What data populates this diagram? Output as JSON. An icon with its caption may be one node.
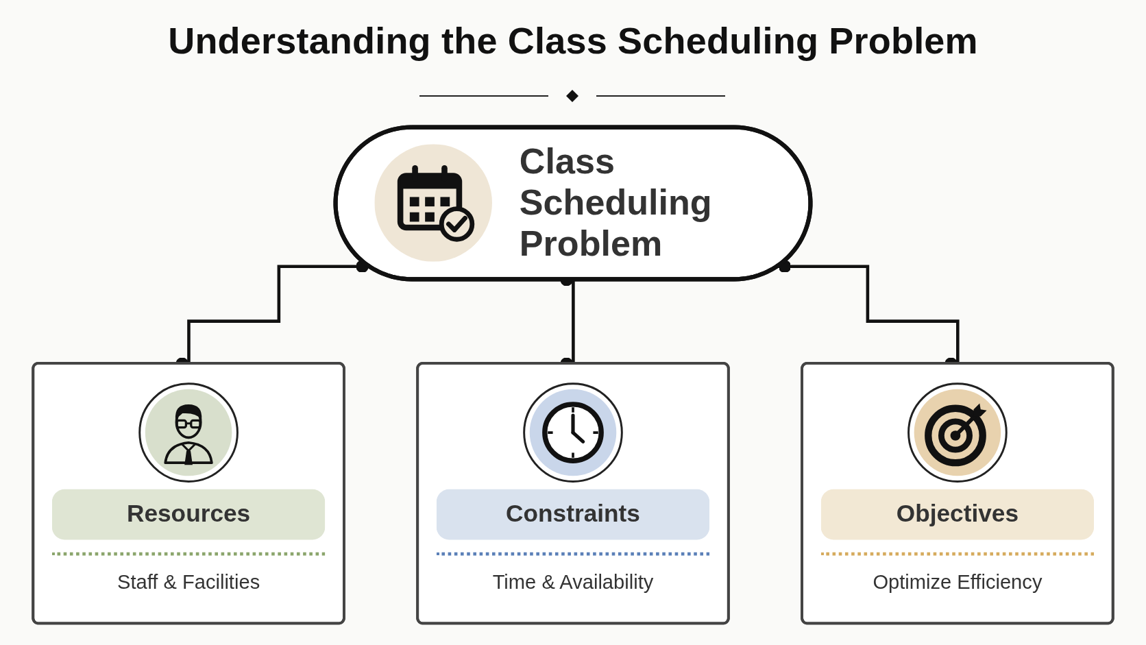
{
  "diagram": {
    "title": "Understanding the Class Scheduling Problem",
    "nodes": [
      {
        "text": [
          "Class Scheduling Problem"
        ]
      },
      {
        "text": [
          "Resources",
          "Staff & Facilities"
        ]
      },
      {
        "text": [
          "Constraints",
          "Time & Availability"
        ]
      },
      {
        "text": [
          "Objectives",
          "Optimize Efficiency"
        ]
      }
    ],
    "edges": [
      {
        "from": 0,
        "to": 1,
        "arrow": "other"
      },
      {
        "from": 0,
        "to": 2,
        "arrow": "other"
      },
      {
        "from": 0,
        "to": 3,
        "arrow": "other"
      }
    ]
  }
}
